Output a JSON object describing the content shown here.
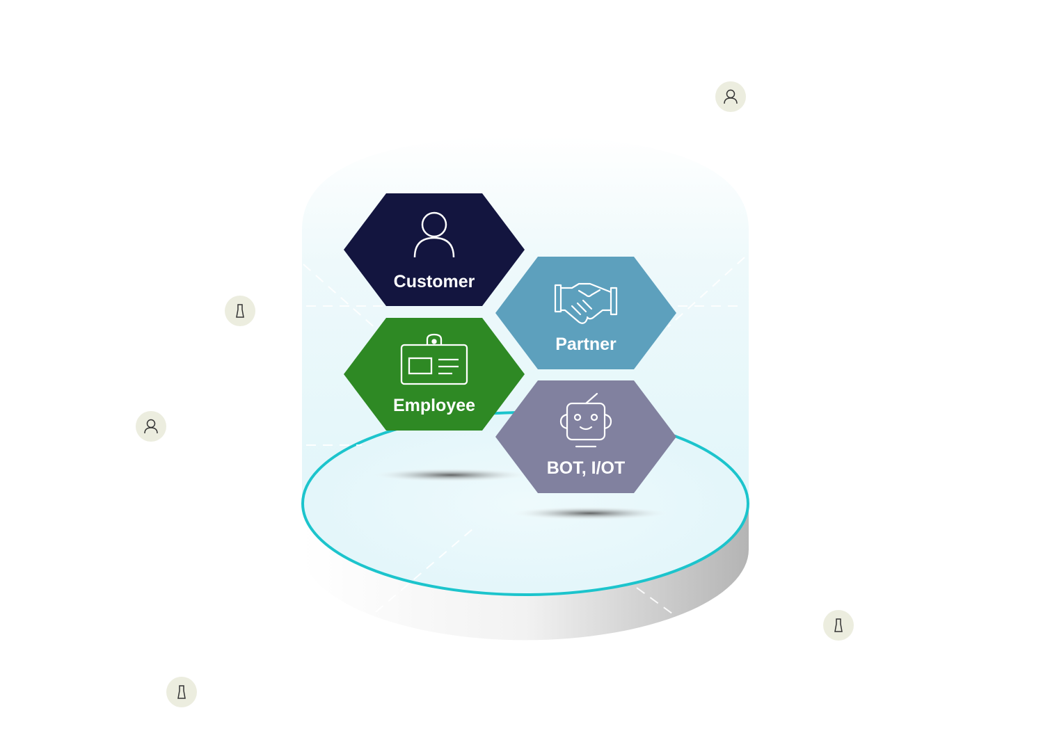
{
  "hexagons": {
    "customer": {
      "label": "Customer",
      "color": "#13153f"
    },
    "partner": {
      "label": "Partner",
      "color": "#5da0bd"
    },
    "employee": {
      "label": "Employee",
      "color": "#2e8924"
    },
    "bot": {
      "label": "BOT, I/OT",
      "color": "#81819f"
    }
  },
  "colors": {
    "platform_ring": "#1cc4cc",
    "platform_fill": "#e4f7fb",
    "badge_bg": "#eceddf",
    "badge_icon": "#333333"
  },
  "floating_icons": [
    {
      "icon": "user-icon"
    },
    {
      "icon": "keyhole-icon"
    },
    {
      "icon": "user-icon"
    },
    {
      "icon": "keyhole-icon"
    },
    {
      "icon": "keyhole-icon"
    }
  ]
}
